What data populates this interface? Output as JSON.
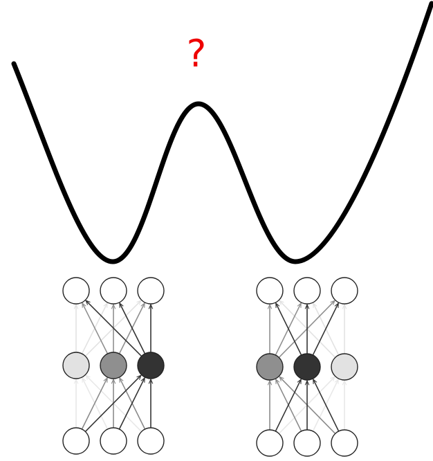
{
  "annotation": {
    "text": "?",
    "color": "#ee0000"
  },
  "curve": {
    "color": "#000000",
    "description_shape": "double-well"
  },
  "networks": [
    {
      "name": "left-network",
      "hidden_shades": [
        "#e2e2e2",
        "#8f8f8f",
        "#333333"
      ],
      "input_to_hidden_shades": [
        [
          "#e8e8e8",
          "#8a8a8a",
          "#333333"
        ],
        [
          "#e8e8e8",
          "#8a8a8a",
          "#333333"
        ],
        [
          "#e8e8e8",
          "#8a8a8a",
          "#333333"
        ]
      ],
      "hidden_to_output_shades": [
        [
          "#e2e2e2",
          "#e2e2e2",
          "#e2e2e2"
        ],
        [
          "#8f8f8f",
          "#8f8f8f",
          "#8f8f8f"
        ],
        [
          "#333333",
          "#333333",
          "#333333"
        ]
      ]
    },
    {
      "name": "right-network",
      "hidden_shades": [
        "#8f8f8f",
        "#333333",
        "#e2e2e2"
      ],
      "input_to_hidden_shades": [
        [
          "#8a8a8a",
          "#333333",
          "#e8e8e8"
        ],
        [
          "#8a8a8a",
          "#333333",
          "#e8e8e8"
        ],
        [
          "#8a8a8a",
          "#333333",
          "#e8e8e8"
        ]
      ],
      "hidden_to_output_shades": [
        [
          "#8f8f8f",
          "#8f8f8f",
          "#8f8f8f"
        ],
        [
          "#333333",
          "#333333",
          "#333333"
        ],
        [
          "#e2e2e2",
          "#e2e2e2",
          "#e2e2e2"
        ]
      ]
    }
  ],
  "node_outline_color": "#222222",
  "empty_node_fill": "#ffffff"
}
